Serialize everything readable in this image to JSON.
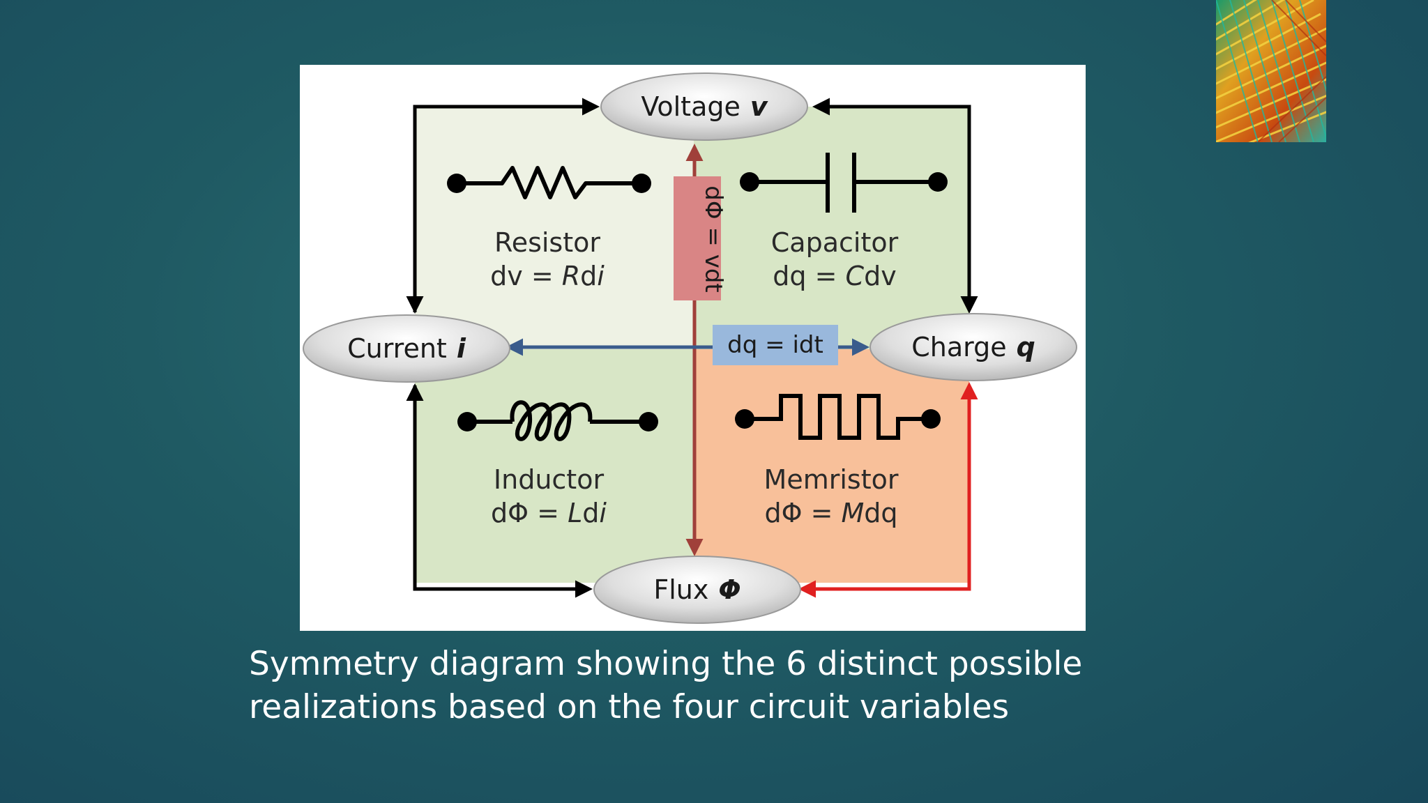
{
  "nodes": {
    "voltage": {
      "label": "Voltage",
      "symbol": "v"
    },
    "current": {
      "label": "Current",
      "symbol": "i"
    },
    "charge": {
      "label": "Charge",
      "symbol": "q"
    },
    "flux": {
      "label": "Flux",
      "symbol": "Φ"
    }
  },
  "components": {
    "resistor": {
      "name": "Resistor",
      "eq_left": "dv = ",
      "eq_coef": "R",
      "eq_rest": "d",
      "eq_var": "i"
    },
    "capacitor": {
      "name": "Capacitor",
      "eq_left": "dq = ",
      "eq_coef": "C",
      "eq_rest": "dv",
      "eq_var": ""
    },
    "inductor": {
      "name": "Inductor",
      "eq_left": "dΦ = ",
      "eq_coef": "L",
      "eq_rest": "d",
      "eq_var": "i"
    },
    "memristor": {
      "name": "Memristor",
      "eq_left": "dΦ = ",
      "eq_coef": "M",
      "eq_rest": "dq",
      "eq_var": ""
    }
  },
  "relations": {
    "flux_voltage": "dΦ = vdt",
    "charge_current": "dq = idt"
  },
  "colors": {
    "quadrant_light": "#eef2e4",
    "quadrant_green": "#d8e6c6",
    "quadrant_orange": "#f8c09a",
    "box_red": "#d98585",
    "box_blue": "#99b8dc",
    "arrow_dark_red": "#a0403a",
    "arrow_blue": "#3a5c8c",
    "arrow_red": "#e02020"
  },
  "caption": {
    "line1": "Symmetry diagram showing the 6 distinct possible",
    "line2": "realizations based on the four circuit variables"
  }
}
